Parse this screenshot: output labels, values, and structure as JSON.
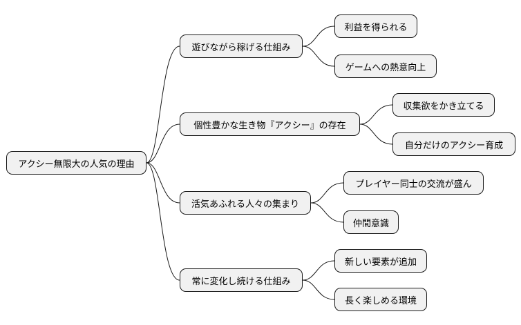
{
  "mindmap": {
    "root": "アクシー無限大の人気の理由",
    "branches": [
      {
        "label": "遊びながら稼げる仕組み",
        "children": [
          "利益を得られる",
          "ゲームへの熱意向上"
        ]
      },
      {
        "label": "個性豊かな生き物『アクシー』の存在",
        "children": [
          "収集欲をかき立てる",
          "自分だけのアクシー育成"
        ]
      },
      {
        "label": "活気あふれる人々の集まり",
        "children": [
          "プレイヤー同士の交流が盛ん",
          "仲間意識"
        ]
      },
      {
        "label": "常に変化し続ける仕組み",
        "children": [
          "新しい要素が追加",
          "長く楽しめる環境"
        ]
      }
    ]
  }
}
